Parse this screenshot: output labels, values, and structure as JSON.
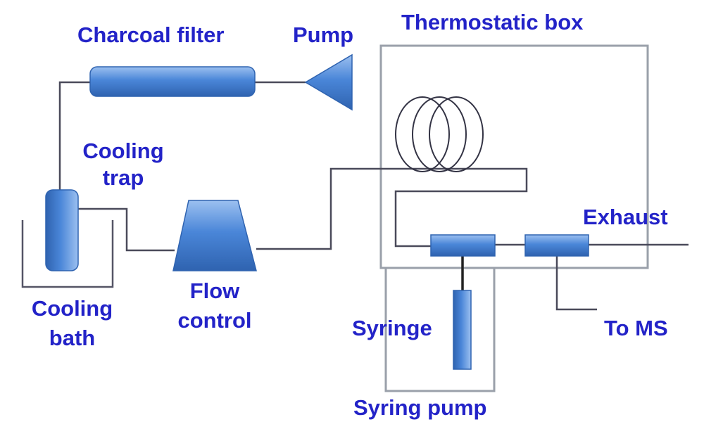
{
  "labels": {
    "charcoal_filter": "Charcoal filter",
    "pump": "Pump",
    "thermostatic_box": "Thermostatic box",
    "cooling_trap_line1": "Cooling",
    "cooling_trap_line2": "trap",
    "exhaust": "Exhaust",
    "flow_control_line1": "Flow",
    "flow_control_line2": "control",
    "cooling_bath_line1": "Cooling",
    "cooling_bath_line2": "bath",
    "syringe": "Syringe",
    "to_ms": "To MS",
    "syringe_pump": "Syring pump"
  },
  "colors": {
    "label_text": "#2323c8",
    "component_fill": "#4a86d8",
    "component_highlight": "#9cc0f0",
    "component_dark": "#2f63b0",
    "line": "#4a4a5a",
    "box_outline": "#9aa0aa"
  }
}
